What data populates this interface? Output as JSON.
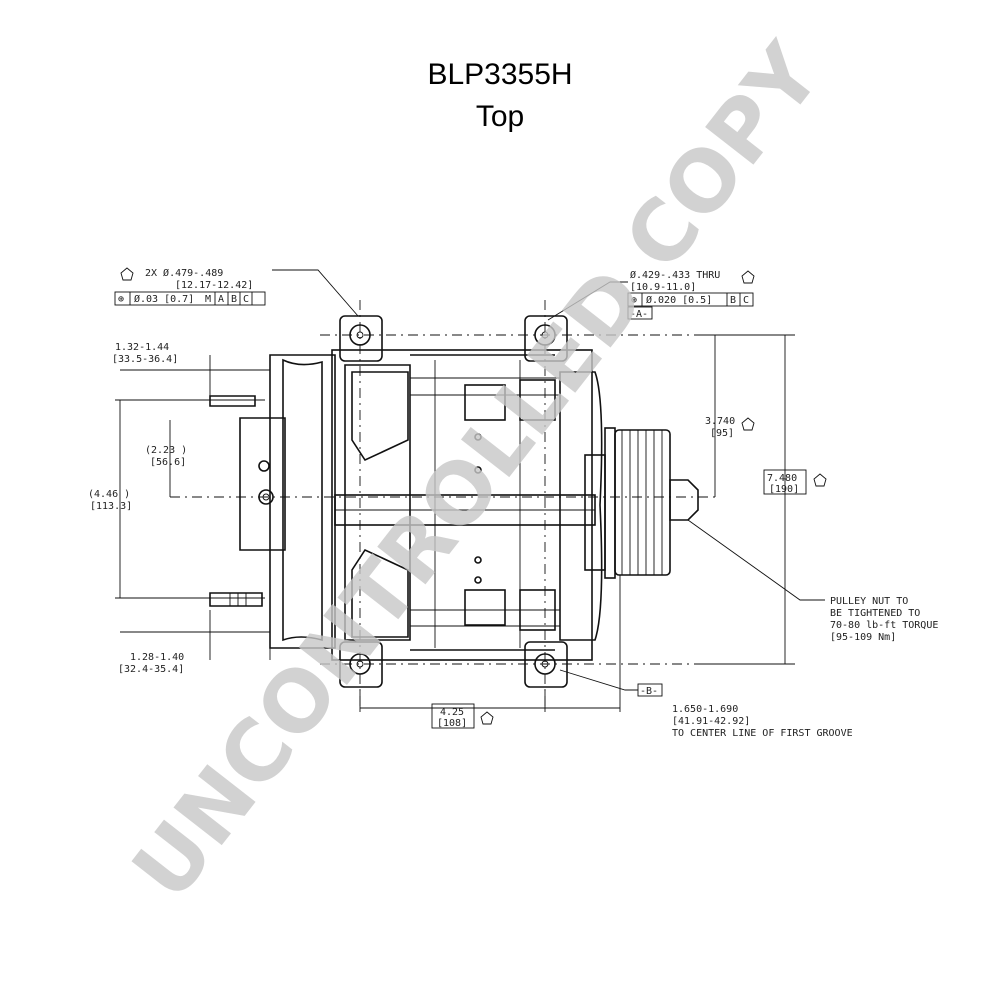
{
  "header": {
    "part_number": "BLP3355H",
    "view": "Top"
  },
  "watermark": "UNCONTROLLED COPY",
  "annotations": {
    "hole_spec_left": "2X Ø.479-.489",
    "hole_spec_left_metric": "[12.17-12.42]",
    "fcf_left_value": "Ø.03 [0.7]",
    "fcf_left_modifier": "M",
    "fcf_left_datum_a": "A",
    "fcf_left_datum_b": "B",
    "fcf_left_datum_c": "C",
    "hole_spec_right": "Ø.429-.433 THRU",
    "hole_spec_right_metric": "[10.9-11.0]",
    "fcf_right_value": "Ø.020 [0.5]",
    "fcf_right_datum_b": "B",
    "fcf_right_datum_c": "C",
    "datum_a": "-A-",
    "datum_b": "-B-",
    "dim_top_left": "1.32-1.44",
    "dim_top_left_metric": "[33.5-36.4]",
    "dim_223": "(2.23 )",
    "dim_223_metric": "[56.6]",
    "dim_446": "(4.46 )",
    "dim_446_metric": "[113.3]",
    "dim_bottom_left": "1.28-1.40",
    "dim_bottom_left_metric": "[32.4-35.4]",
    "dim_3740": "3.740",
    "dim_3740_metric": "[95]",
    "dim_7480": "7.480",
    "dim_7480_metric": "[190]",
    "dim_425": "4.25",
    "dim_425_metric": "[108]",
    "dim_groove": "1.650-1.690",
    "dim_groove_metric": "[41.91-42.92]",
    "dim_groove_note": "TO CENTER LINE OF FIRST GROOVE",
    "pulley_note_1": "PULLEY NUT TO",
    "pulley_note_2": "BE TIGHTENED TO",
    "pulley_note_3": "70-80 lb-ft TORQUE",
    "pulley_note_4": "[95-109 Nm]"
  }
}
